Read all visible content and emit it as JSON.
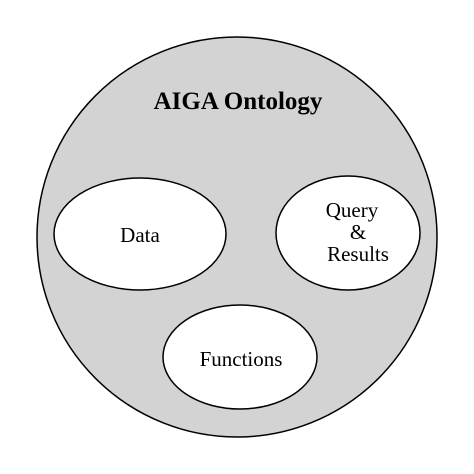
{
  "diagram": {
    "title": "AIGA Ontology",
    "nodes": {
      "data": {
        "label": "Data"
      },
      "query_results": {
        "lines": [
          "Query",
          "&",
          "Results"
        ]
      },
      "functions": {
        "label": "Functions"
      }
    }
  },
  "colors": {
    "container_fill": "#d3d3d3",
    "node_fill": "#ffffff",
    "stroke": "#000000",
    "background": "#ffffff"
  }
}
